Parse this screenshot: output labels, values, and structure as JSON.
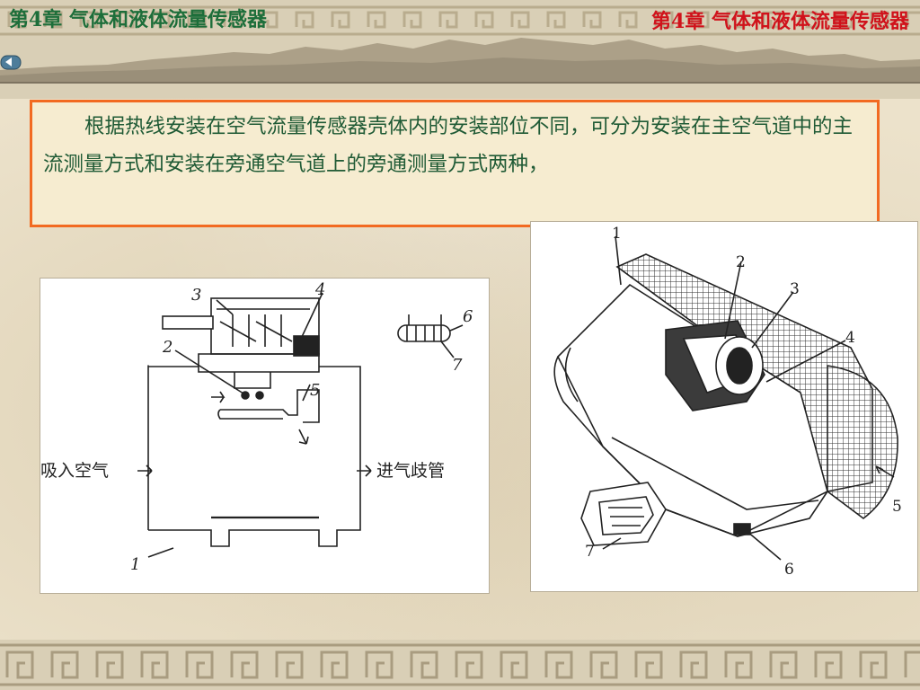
{
  "header": {
    "title_left": "第4章  气体和液体流量传感器",
    "title_right": "第4章  气体和液体流量传感器",
    "colors": {
      "title_left": "#1d6e3a",
      "title_right": "#d0121b"
    }
  },
  "nav": {
    "icon": "nav-arrow-icon"
  },
  "textbox": {
    "paragraph": "根据热线安装在空气流量传感器壳体内的安装部位不同，可分为安装在主空气道中的主流测量方式和安装在旁通空气道上的旁通测量方式两种，",
    "border_color": "#f26a21",
    "text_color": "#1f5a35"
  },
  "figure_left": {
    "labels": {
      "n1": "1",
      "n2": "2",
      "n3": "3",
      "n4": "4",
      "n5": "5",
      "n6": "6",
      "n7": "7",
      "intake": "吸入空气",
      "manifold": "进气歧管"
    }
  },
  "figure_right": {
    "labels": {
      "n1": "1",
      "n2": "2",
      "n3": "3",
      "n4": "4",
      "n5": "5",
      "n6": "6",
      "n7": "7"
    }
  }
}
